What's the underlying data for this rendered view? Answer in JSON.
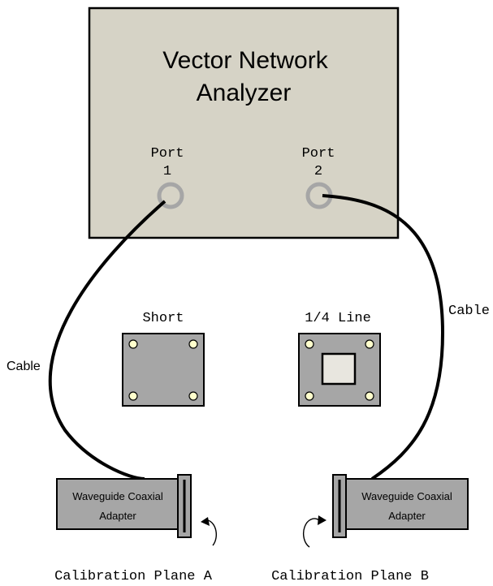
{
  "vna": {
    "title_line1": "Vector Network",
    "title_line2": "Analyzer",
    "port1_line1": "Port",
    "port1_line2": "1",
    "port2_line1": "Port",
    "port2_line2": "2"
  },
  "cables": {
    "left_label": "Cable",
    "right_label": "Cable"
  },
  "standards": {
    "short_label": "Short",
    "line_label": "1/4 Line"
  },
  "adapters": {
    "left_line1": "Waveguide Coaxial",
    "left_line2": "Adapter",
    "right_line1": "Waveguide Coaxial",
    "right_line2": "Adapter"
  },
  "planes": {
    "a_label": "Calibration Plane A",
    "b_label": "Calibration Plane B"
  },
  "colors": {
    "vna_fill": "#d6d3c6",
    "block_fill": "#a6a6a6",
    "port_ring": "#a6a6a6",
    "screw_fill": "#ffffcc",
    "window_fill": "#e8e6df",
    "cable": "#000000"
  }
}
